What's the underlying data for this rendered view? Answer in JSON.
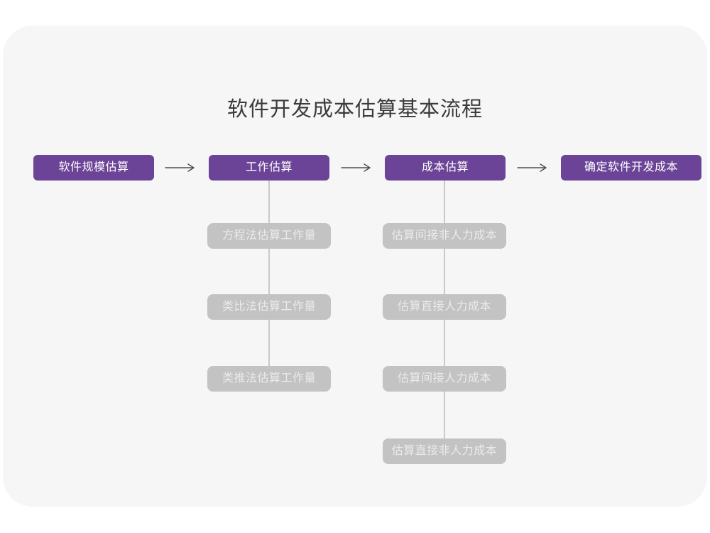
{
  "title": "软件开发成本估算基本流程",
  "colors": {
    "card_bg": "#f6f6f7",
    "title_text": "#3b3b3b",
    "stage_bg": "#6B4397",
    "stage_text": "#ffffff",
    "sub_bg": "#c3c3c3",
    "sub_text": "#ebebeb",
    "connector": "#c9c9c9",
    "arrow": "#4d4d4d"
  },
  "stages": [
    {
      "label": "软件规模估算"
    },
    {
      "label": "工作估算"
    },
    {
      "label": "成本估算"
    },
    {
      "label": "确定软件开发成本"
    }
  ],
  "work_substeps": [
    "方程法估算工作量",
    "类比法估算工作量",
    "类推法估算工作量"
  ],
  "cost_substeps": [
    "估算间接非人力成本",
    "估算直接人力成本",
    "估算间接人力成本",
    "估算直接非人力成本"
  ]
}
